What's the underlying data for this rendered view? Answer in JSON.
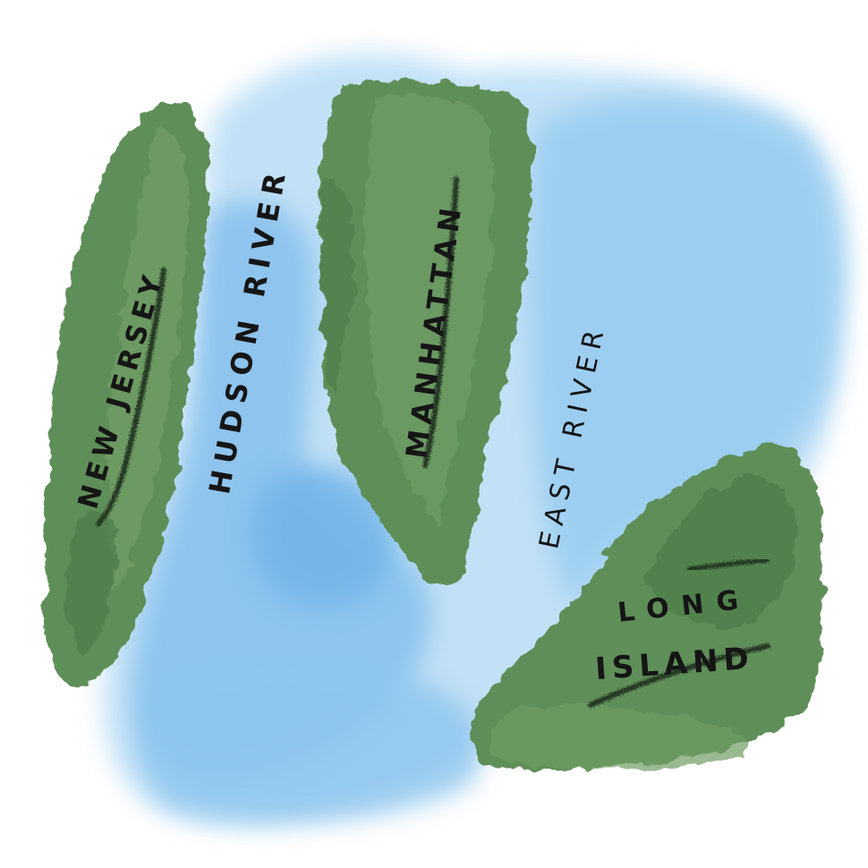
{
  "map": {
    "labels": {
      "new_jersey": "NEW JERSEY",
      "hudson_river": "HUDSON RIVER",
      "manhattan": "MANHATTAN",
      "east_river": "EAST RIVER",
      "long_island_line1": "LONG",
      "long_island_line2": "ISLAND"
    },
    "colors": {
      "background": "#ffffff",
      "water_light": "#bfe0f6",
      "water": "#8fc6ee",
      "water_dark": "#6fb3e8",
      "land": "#5f8f58",
      "land_dark": "#4b7c4a",
      "land_light": "#78a36c",
      "ink": "#151515"
    }
  }
}
